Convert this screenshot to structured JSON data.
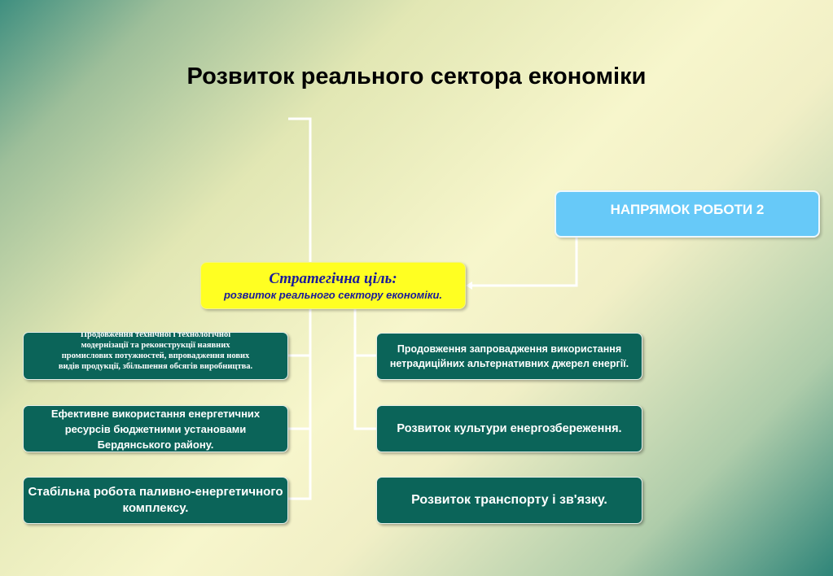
{
  "title": "Розвиток реального сектора економіки",
  "goal": {
    "heading": "Стратегічна ціль:",
    "text": "розвиток реального сектору економіки."
  },
  "direction": {
    "label": "НАПРЯМОК РОБОТИ 2",
    "color": "#67c9f8"
  },
  "left_items": [
    "Продовження технічної і технологічної модернізації та реконструкції наявних промислових потужностей, впровадження нових видів продукції, збільшення обсягів виробництва.",
    "Ефективне використання енергетичних ресурсів бюджетними установами Бердянського району.",
    "Стабільна робота паливно-енергетичного комплексу."
  ],
  "right_items": [
    "Продовження запровадження використання нетрадиційних альтернативних джерел енергії.",
    "Розвиток культури енергозбереження.",
    "Розвиток транспорту і зв'язку."
  ],
  "colors": {
    "item_fill": "#0b6459",
    "goal_fill": "#ffff22",
    "goal_text": "#1a1a9a"
  }
}
